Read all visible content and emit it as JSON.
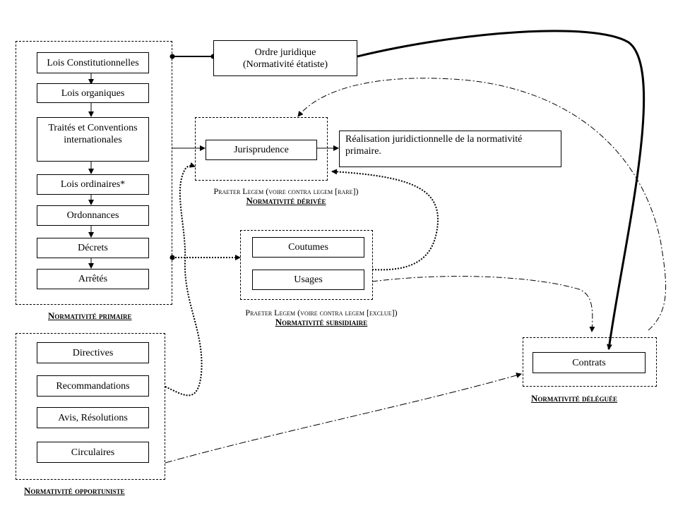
{
  "primary": {
    "label": "Normativité primaire",
    "items": [
      "Lois Constitutionnelles",
      "Lois organiques",
      "Traités et Conventions internationales",
      "Lois ordinaires*",
      "Ordonnances",
      "Décrets",
      "Arrêtés"
    ]
  },
  "etatiste": {
    "line1": "Ordre juridique",
    "line2": "(Normativité étatiste)"
  },
  "derivee": {
    "item": "Jurisprudence",
    "realisation": "Réalisation juridictionnelle de la normativité primaire.",
    "caption": "Praeter Legem (voire contra legem [rare])",
    "label": "Normativité dérivée"
  },
  "subsidiaire": {
    "items": [
      "Coutumes",
      "Usages"
    ],
    "caption": "Praeter Legem (voire contra legem [exclue])",
    "label": "Normativité subsidiaire"
  },
  "opportuniste": {
    "items": [
      "Directives",
      "Recommandations",
      "Avis, Résolutions",
      "Circulaires"
    ],
    "label": "Normativité opportuniste"
  },
  "deleguee": {
    "item": "Contrats",
    "label": "Normativité déléguée"
  }
}
